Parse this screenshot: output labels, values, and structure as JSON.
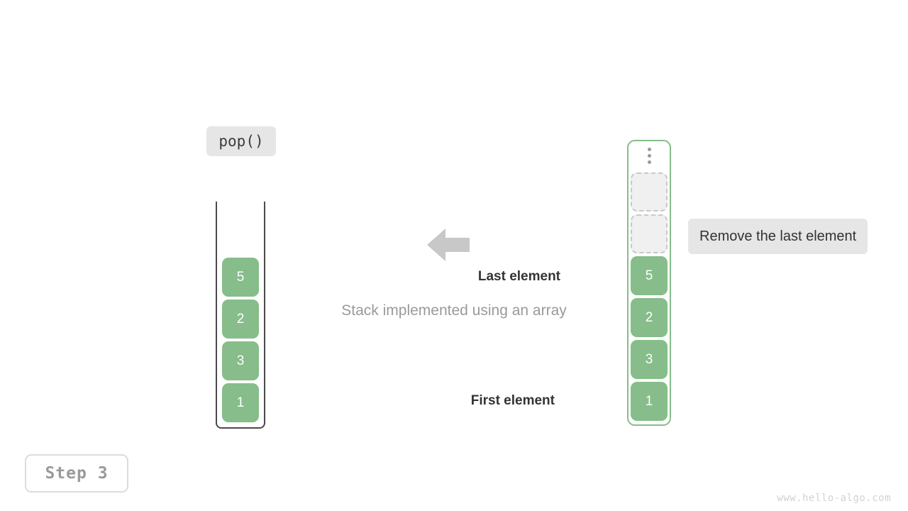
{
  "figure": {
    "caption": "Stack implemented using an array",
    "step_label": "Step 3",
    "watermark": "www.hello-algo.com",
    "operation_label": "pop()",
    "callout": "Remove the last element",
    "annotations": {
      "top": "Last element",
      "bottom": "First element"
    },
    "arrow": {
      "direction": "left",
      "color": "#c8c8c8"
    },
    "colors": {
      "element_fill": "#86bd8a",
      "element_text": "#ffffff",
      "empty_slot_fill": "#f0f0f0",
      "empty_slot_border": "#c8c8c8",
      "container_border_right": "#86bd8a",
      "container_border_left": "#4a4a4a",
      "label_bg": "#e6e6e6",
      "caption_text": "#9a9a9a",
      "annotation_text": "#333333",
      "step_text": "#9a9a9a",
      "watermark_text": "#d2d2d2"
    }
  },
  "left_stack": {
    "name": "stack-abstract-view",
    "container_shape": "open-top-u",
    "elements": [
      {
        "value": "5",
        "type": "filled"
      },
      {
        "value": "2",
        "type": "filled"
      },
      {
        "value": "3",
        "type": "filled"
      },
      {
        "value": "1",
        "type": "filled"
      }
    ]
  },
  "right_stack": {
    "name": "array-implementation-view",
    "container_shape": "rounded-rect",
    "ellipsis_icon": "vertical-ellipsis-icon",
    "slots": [
      {
        "value": "",
        "type": "empty"
      },
      {
        "value": "",
        "type": "empty"
      },
      {
        "value": "5",
        "type": "filled"
      },
      {
        "value": "2",
        "type": "filled"
      },
      {
        "value": "3",
        "type": "filled"
      },
      {
        "value": "1",
        "type": "filled"
      }
    ]
  }
}
